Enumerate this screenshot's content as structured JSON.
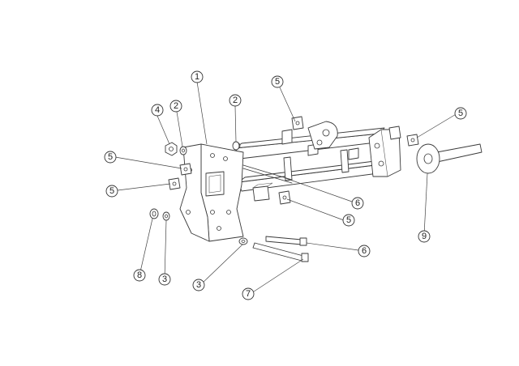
{
  "callouts": [
    {
      "label": "1"
    },
    {
      "label": "2"
    },
    {
      "label": "2"
    },
    {
      "label": "4"
    },
    {
      "label": "5"
    },
    {
      "label": "5"
    },
    {
      "label": "5"
    },
    {
      "label": "5"
    },
    {
      "label": "5"
    },
    {
      "label": "6"
    },
    {
      "label": "6"
    },
    {
      "label": "9"
    },
    {
      "label": "8"
    },
    {
      "label": "3"
    },
    {
      "label": "3"
    },
    {
      "label": "7"
    }
  ]
}
